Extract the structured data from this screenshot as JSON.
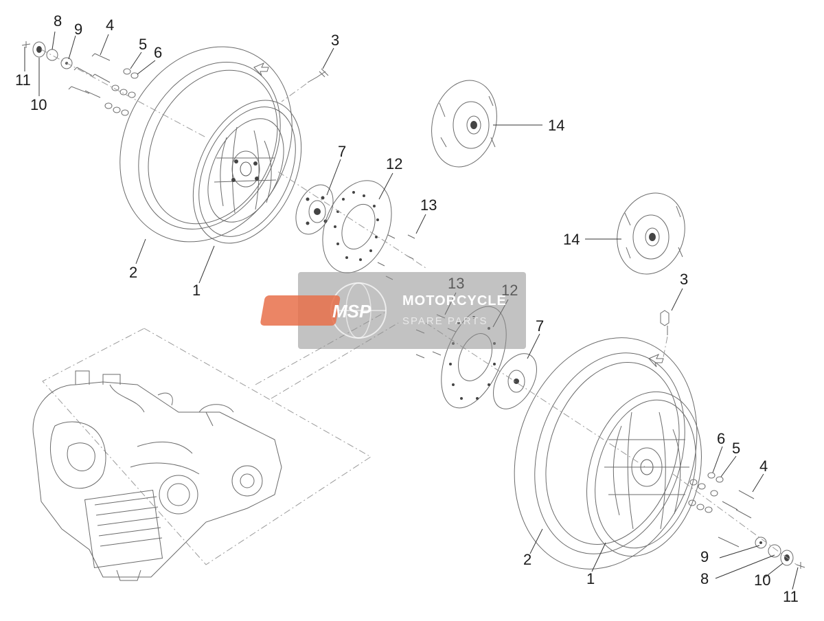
{
  "diagram": {
    "callouts": {
      "top_left": {
        "p11": "11",
        "p10": "10",
        "p8": "8",
        "p9": "9",
        "p4": "4",
        "p5": "5",
        "p6": "6",
        "p3": "3",
        "p2": "2",
        "p1": "1",
        "p7": "7",
        "p12": "12",
        "p13": "13",
        "p14": "14"
      },
      "right": {
        "p14": "14",
        "p3": "3",
        "p13": "13",
        "p12": "12",
        "p7": "7",
        "p6": "6",
        "p5": "5",
        "p4": "4",
        "p9": "9",
        "p8": "8",
        "p10": "10",
        "p11": "11",
        "p2": "2",
        "p1": "1"
      }
    },
    "watermark": {
      "logo_text": "MSP",
      "line1": "MOTORCYCLE",
      "line2": "SPARE PARTS"
    }
  }
}
